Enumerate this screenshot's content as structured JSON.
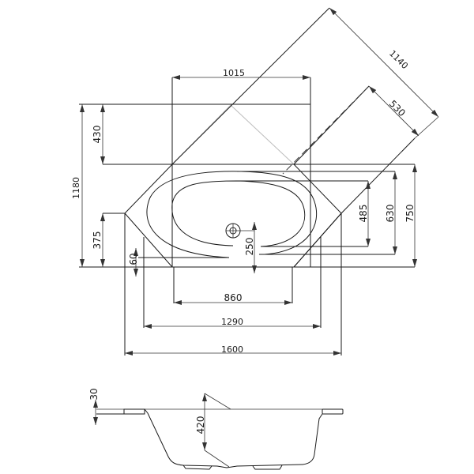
{
  "drawing": {
    "title": "Hexagonal bathtub technical drawing",
    "views": [
      "plan-view",
      "side-section-view"
    ],
    "units": "mm"
  },
  "plan_view": {
    "dimensions": {
      "diag_outer": "1140",
      "diag_inner": "530",
      "width_top": "1015",
      "height_total": "1180",
      "height_top": "430",
      "height_left": "375",
      "rim_offset": "60",
      "drain_offset": "250",
      "inner_485": "485",
      "inner_630": "630",
      "outer_750": "750",
      "bottom_860": "860",
      "bottom_1290": "1290",
      "bottom_1600": "1600"
    }
  },
  "section_view": {
    "dimensions": {
      "rim_thickness": "30",
      "depth": "420"
    }
  }
}
